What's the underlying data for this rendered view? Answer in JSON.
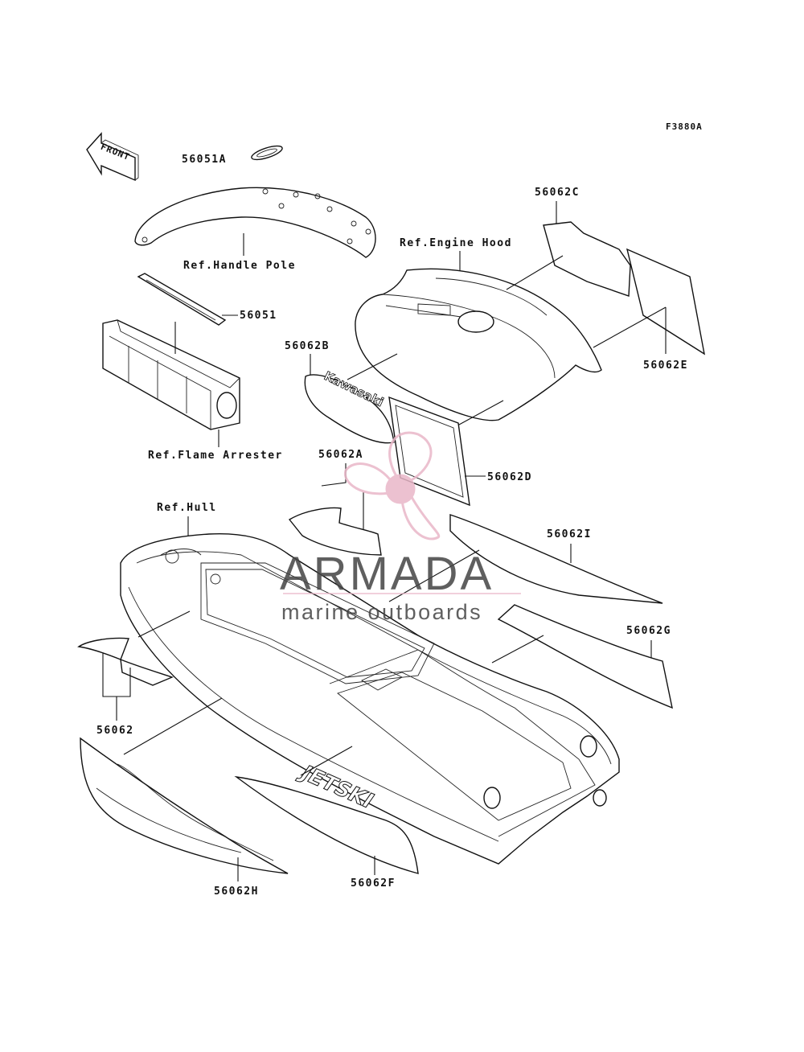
{
  "diagram_code": "F3880A",
  "front_arrow": "FRONT",
  "labels": {
    "p56051A": "56051A",
    "ref_handle_pole": "Ref.Handle Pole",
    "p56051": "56051",
    "ref_flame_arrester": "Ref.Flame Arrester",
    "p56062C": "56062C",
    "ref_engine_hood": "Ref.Engine Hood",
    "p56062E": "56062E",
    "p56062B": "56062B",
    "p56062A": "56062A",
    "p56062D": "56062D",
    "ref_hull": "Ref.Hull",
    "p56062I": "56062I",
    "p56062G": "56062G",
    "p56062": "56062",
    "p56062H": "56062H",
    "p56062F": "56062F"
  },
  "watermark": {
    "brand": "ARMADA",
    "tagline": "marine outboards",
    "color": "#e9b7c8"
  },
  "decals": {
    "kawasaki": "Kawasaki",
    "jetski": "JETSKI"
  }
}
